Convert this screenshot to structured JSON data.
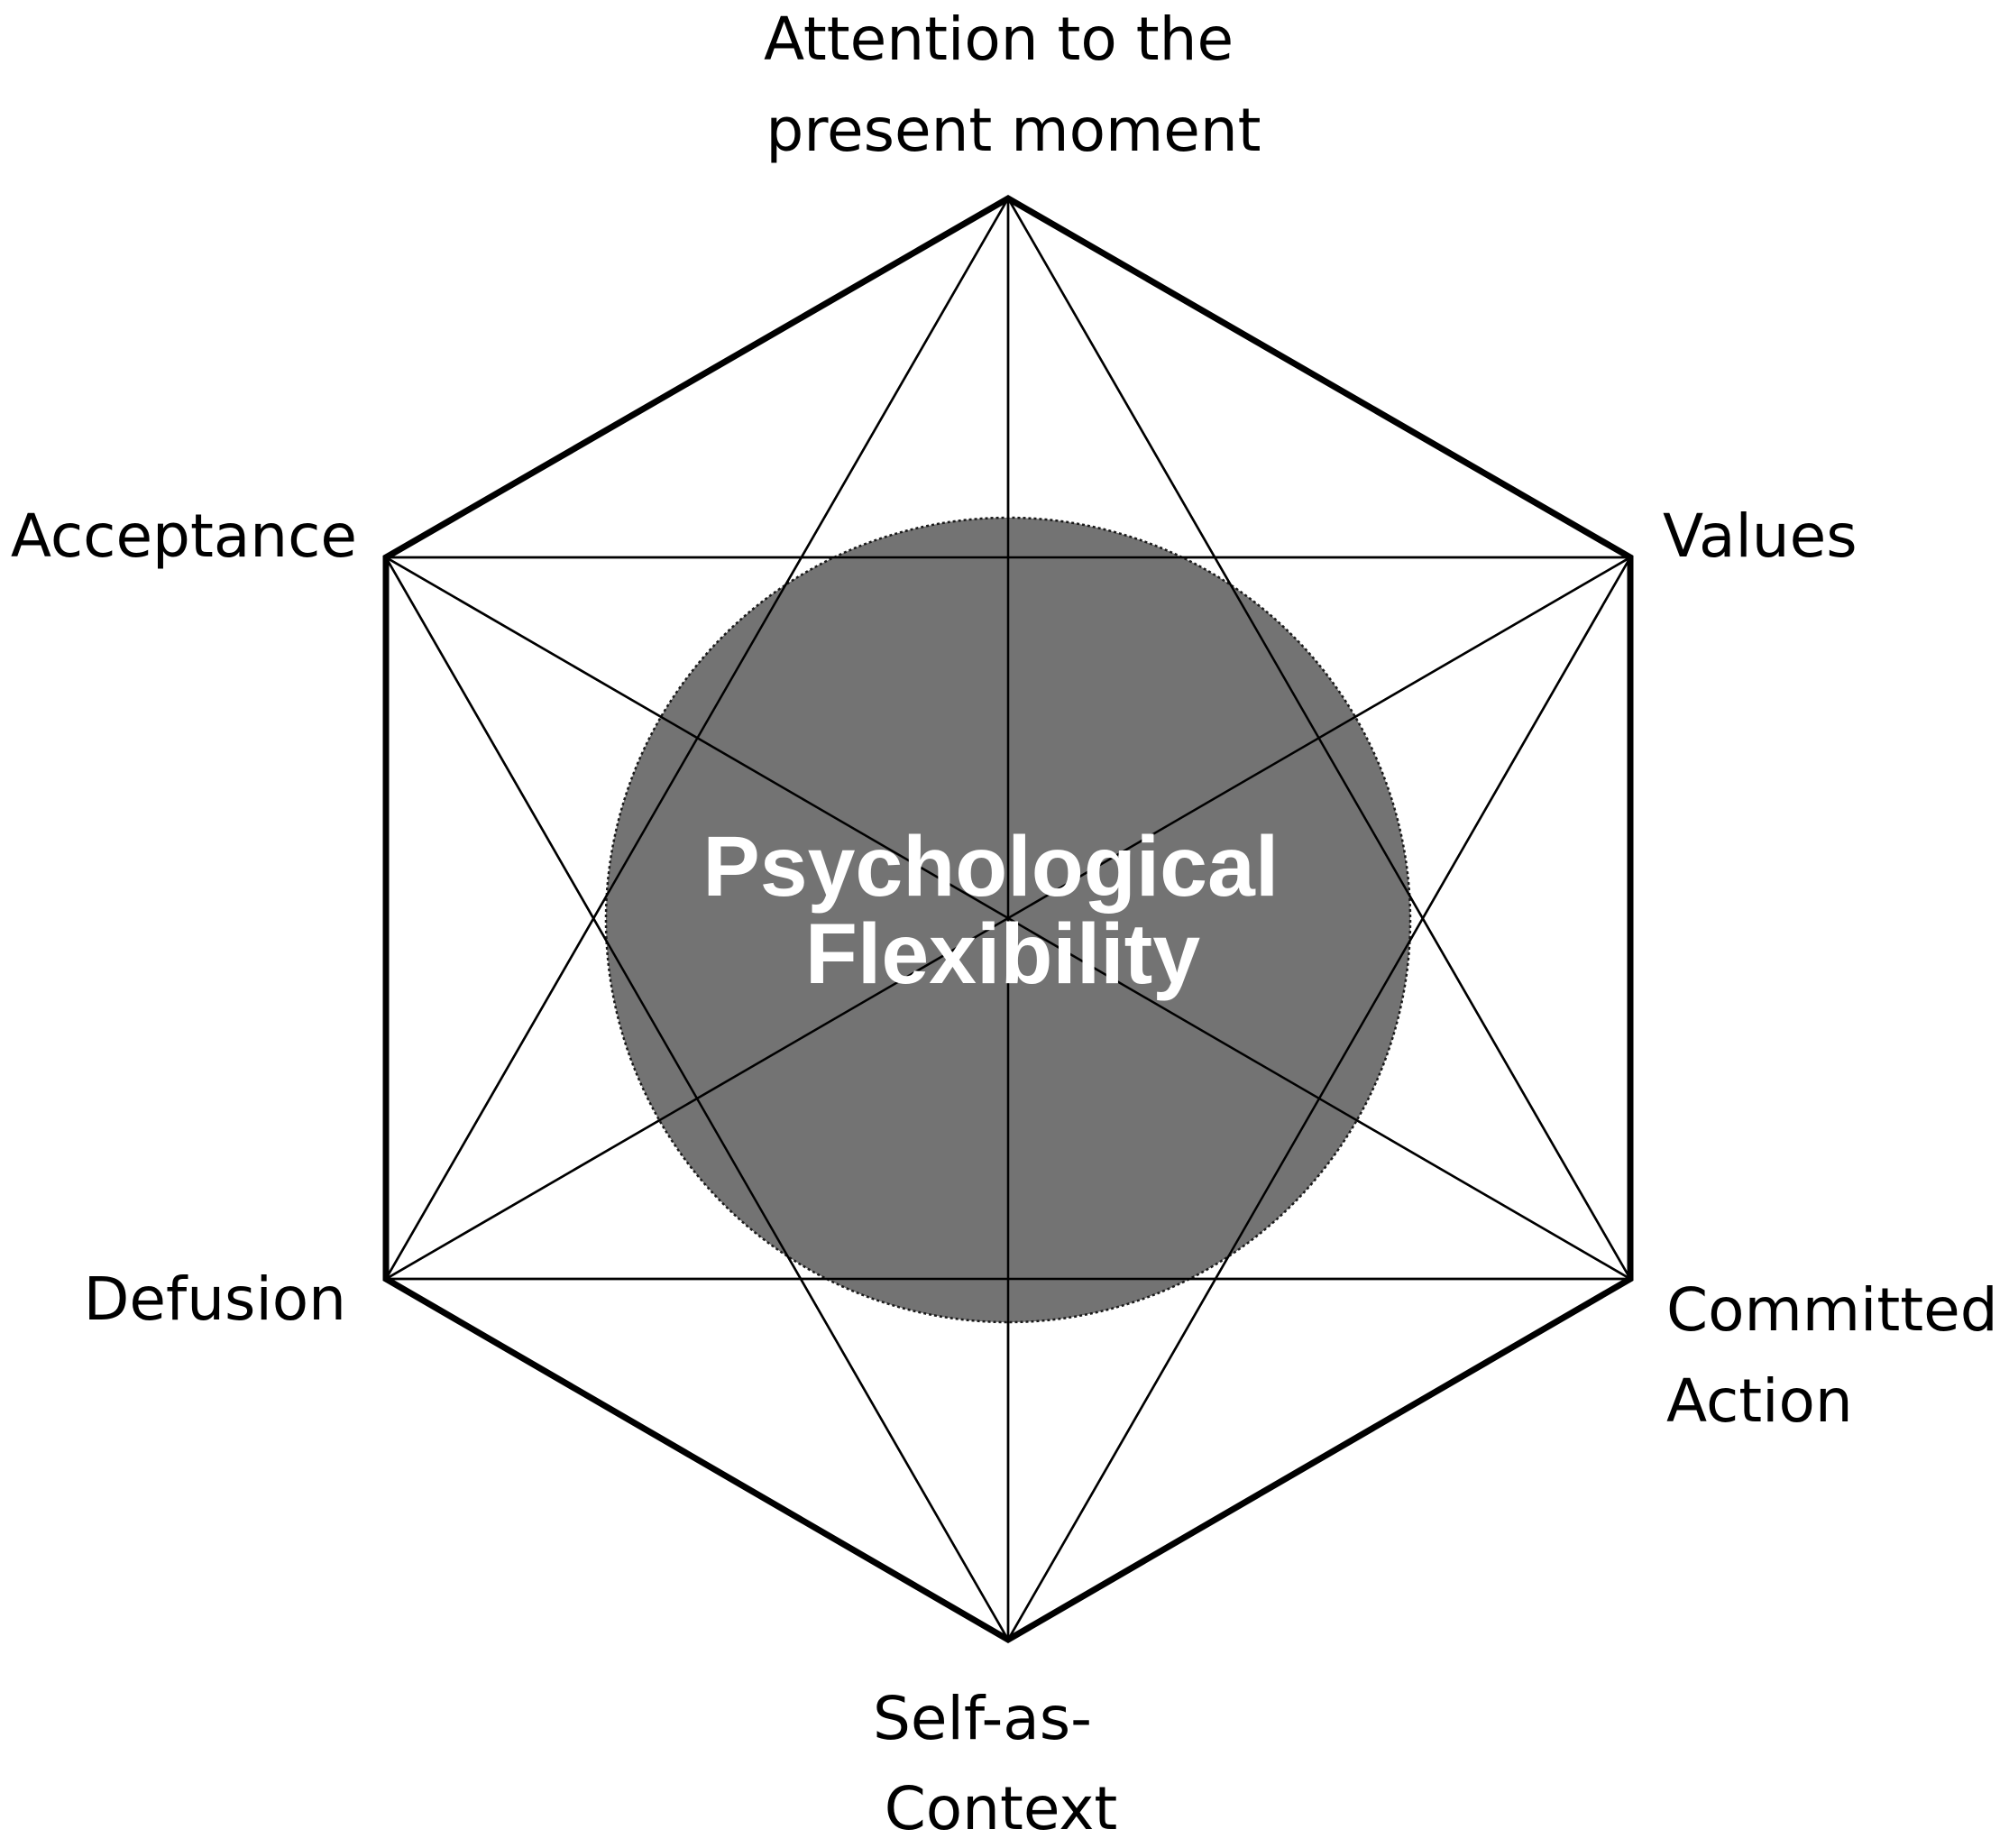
{
  "center": {
    "lines": [
      "Psychological",
      "Flexibility"
    ],
    "fill_color": "#737373",
    "text_color": "#ffffff"
  },
  "processes": [
    {
      "id": "present-moment",
      "lines": [
        "Attention to the",
        "present moment"
      ]
    },
    {
      "id": "values",
      "lines": [
        "Values"
      ]
    },
    {
      "id": "committed-action",
      "lines": [
        "Committed",
        "Action"
      ]
    },
    {
      "id": "self-as-context",
      "lines": [
        "Self-as-",
        "Context"
      ]
    },
    {
      "id": "defusion",
      "lines": [
        "Defusion"
      ]
    },
    {
      "id": "acceptance",
      "lines": [
        "Acceptance"
      ]
    }
  ],
  "line_color": "#000000"
}
